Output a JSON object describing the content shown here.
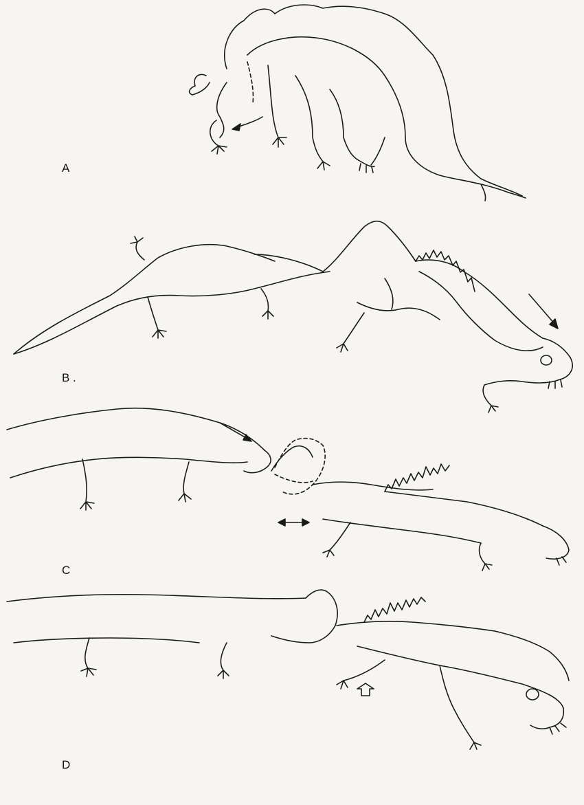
{
  "panels": [
    {
      "id": "A",
      "label": "A"
    },
    {
      "id": "B",
      "label": "B ."
    },
    {
      "id": "C",
      "label": "C"
    },
    {
      "id": "D",
      "label": "D"
    }
  ],
  "icons": [
    "arrow-icon",
    "hollow-arrow-icon"
  ],
  "colors": {
    "line": "#1a1a1a",
    "paper": "#f6f5f1"
  }
}
